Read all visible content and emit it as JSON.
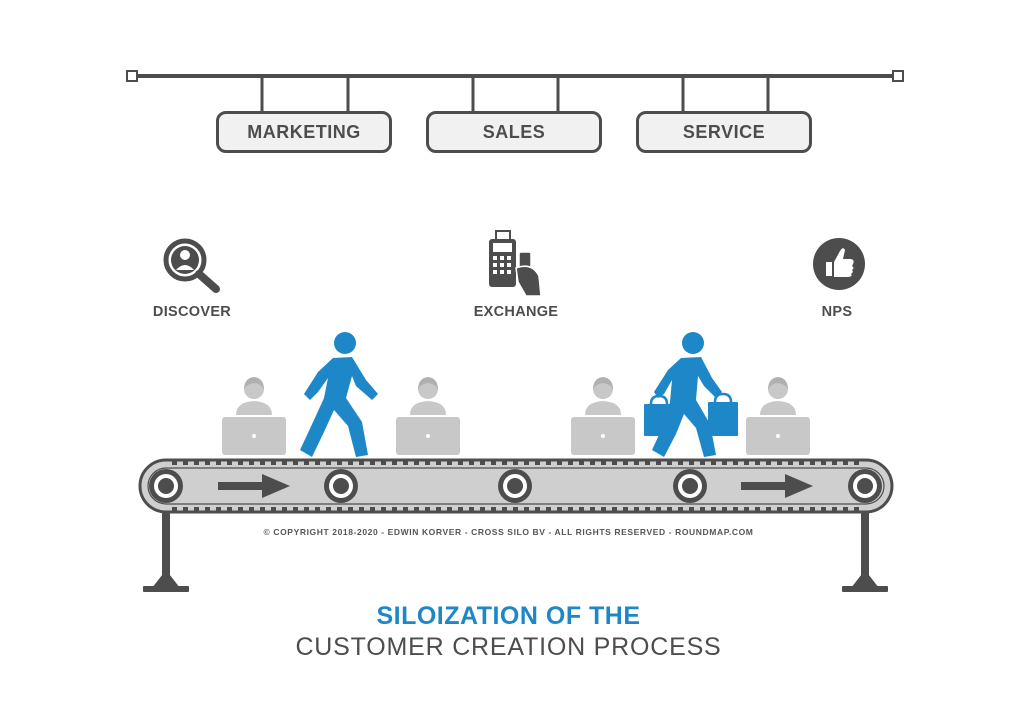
{
  "departments": [
    "MARKETING",
    "SALES",
    "SERVICE"
  ],
  "stages": [
    "DISCOVER",
    "EXCHANGE",
    "NPS"
  ],
  "copyright": "© COPYRIGHT 2018-2020 - EDWIN KORVER - CROSS SILO BV - ALL RIGHTS RESERVED - ROUNDMAP.COM",
  "title": {
    "line1": "SILOIZATION OF THE",
    "line2": "CUSTOMER CREATION PROCESS"
  },
  "colors": {
    "dark": "#4d4d4d",
    "accent": "#1d87c8",
    "light": "#c8c8c8",
    "belt": "#cfcfcf"
  },
  "icons": {
    "discover": "magnifier-person-icon",
    "exchange": "payment-terminal-icon",
    "nps": "thumbs-up-icon"
  }
}
